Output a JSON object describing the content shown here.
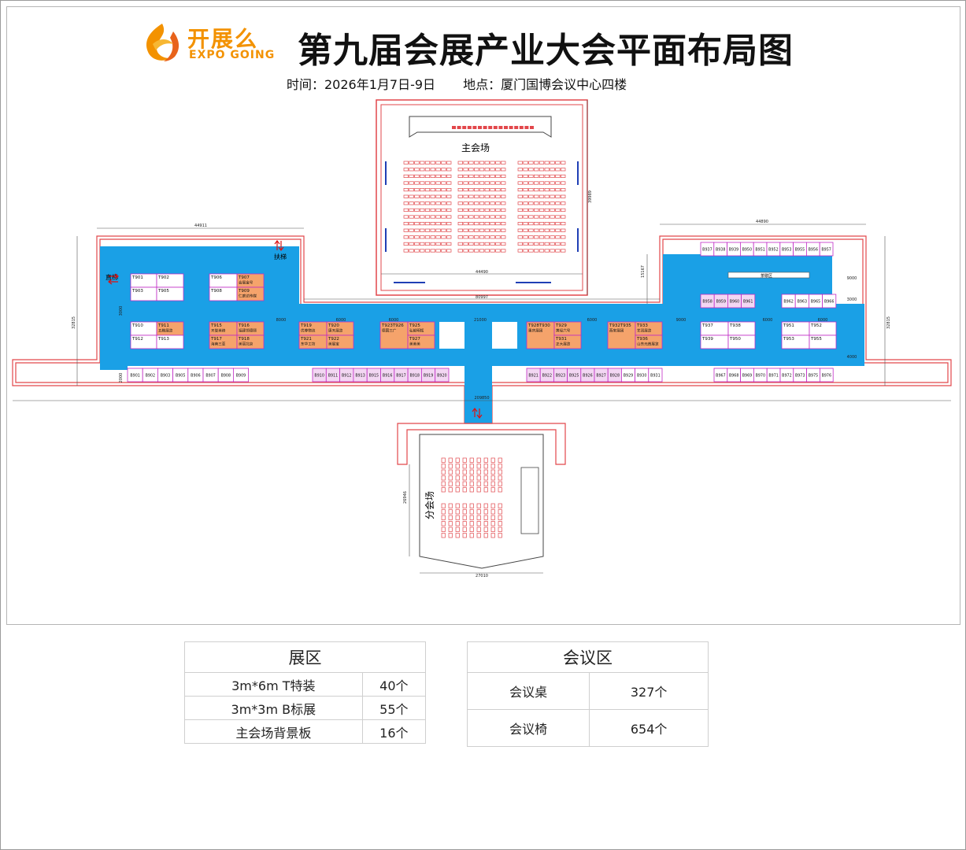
{
  "header": {
    "logo_cn": "开展么",
    "logo_en": "EXPO GOING",
    "title": "第九届会展产业大会平面布局图",
    "time": "时间：2026年1月7日-9日",
    "venue": "地点：厦门国博会议中心四楼"
  },
  "plan": {
    "main_hall": "主会场",
    "sub_hall": "分会场",
    "escalator": "扶梯",
    "elevator": "直梯",
    "tea_area": "茶歇区",
    "dimensions": [
      "44911",
      "44890",
      "39989",
      "44490",
      "80997",
      "15167",
      "32815",
      "32815",
      "209850",
      "26946",
      "27010",
      "9000",
      "3000",
      "6000",
      "6000",
      "21000",
      "6000",
      "8000",
      "9000",
      "6000",
      "6000",
      "4000",
      "3000",
      "2000"
    ],
    "booths_t": [
      {
        "id": "T901",
        "name": ""
      },
      {
        "id": "T902",
        "name": ""
      },
      {
        "id": "T903",
        "name": ""
      },
      {
        "id": "T905",
        "name": ""
      },
      {
        "id": "T906",
        "name": ""
      },
      {
        "id": "T907",
        "name": "会展金号"
      },
      {
        "id": "T908",
        "name": ""
      },
      {
        "id": "T909",
        "name": "仁庭达传媒"
      },
      {
        "id": "T910",
        "name": ""
      },
      {
        "id": "T911",
        "name": "五粮展览"
      },
      {
        "id": "T912",
        "name": ""
      },
      {
        "id": "T913",
        "name": ""
      },
      {
        "id": "T915",
        "name": "天誉美绮"
      },
      {
        "id": "T916",
        "name": "福建领德颐"
      },
      {
        "id": "T917",
        "name": "海南三亚"
      },
      {
        "id": "T918",
        "name": "美丽北京"
      },
      {
        "id": "T919",
        "name": "优尊物流"
      },
      {
        "id": "T920",
        "name": "唐天展览"
      },
      {
        "id": "T921",
        "name": "东华工坊"
      },
      {
        "id": "T922",
        "name": "美展宝"
      },
      {
        "id": "T923T926",
        "name": "德国三广"
      },
      {
        "id": "T925",
        "name": "弘毅明辉"
      },
      {
        "id": "T927",
        "name": "美美美"
      },
      {
        "id": "T928T930",
        "name": "重庆展团"
      },
      {
        "id": "T929",
        "name": "黄经六号"
      },
      {
        "id": "T931",
        "name": "正大展览"
      },
      {
        "id": "T932T935",
        "name": "西安展团"
      },
      {
        "id": "T933",
        "name": "艺润展览"
      },
      {
        "id": "T936",
        "name": "山东元首展览"
      },
      {
        "id": "T937",
        "name": ""
      },
      {
        "id": "T938",
        "name": ""
      },
      {
        "id": "T939",
        "name": ""
      },
      {
        "id": "T950",
        "name": ""
      },
      {
        "id": "T951",
        "name": ""
      },
      {
        "id": "T952",
        "name": ""
      },
      {
        "id": "T953",
        "name": ""
      },
      {
        "id": "T955",
        "name": ""
      }
    ],
    "booths_b": [
      "B901",
      "B902",
      "B903",
      "B905",
      "B906",
      "B907",
      "B908",
      "B909",
      "B910",
      "B911",
      "B912",
      "B913",
      "B915",
      "B916",
      "B917",
      "B918",
      "B919",
      "B920",
      "B921",
      "B922",
      "B923",
      "B925",
      "B926",
      "B927",
      "B928",
      "B929",
      "B930",
      "B931",
      "B937",
      "B938",
      "B939",
      "B950",
      "B951",
      "B952",
      "B953",
      "B955",
      "B956",
      "B957",
      "B958",
      "B959",
      "B960",
      "B961",
      "B962",
      "B963",
      "B965",
      "B966",
      "B967",
      "B968",
      "B969",
      "B970",
      "B971",
      "B972",
      "B973",
      "B975",
      "B976"
    ]
  },
  "exhibit_table": {
    "title": "展区",
    "rows": [
      {
        "label": "3m*6m T特装",
        "value": "40个"
      },
      {
        "label": "3m*3m B标展",
        "value": "55个"
      },
      {
        "label": "主会场背景板",
        "value": "16个"
      }
    ]
  },
  "meeting_table": {
    "title": "会议区",
    "rows": [
      {
        "label": "会议桌",
        "value": "327个"
      },
      {
        "label": "会议椅",
        "value": "654个"
      }
    ]
  },
  "colors": {
    "floor": "#1aa0e6",
    "wall": "#e2474b",
    "booth_t": "#f5a36b",
    "booth_border": "#c02bc5",
    "logo": "#f39200"
  }
}
